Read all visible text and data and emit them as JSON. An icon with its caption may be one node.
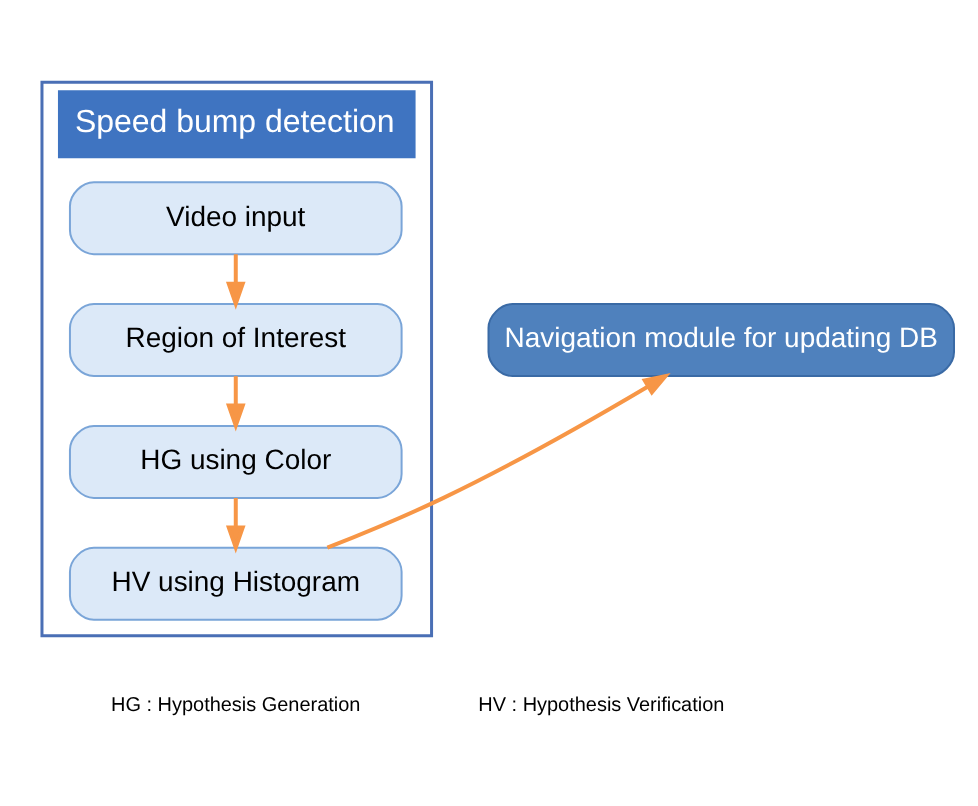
{
  "diagram": {
    "nodes": [
      {
        "text": [
          "Speed bump detection"
        ]
      },
      {
        "text": [
          "Video input"
        ],
        "in": 0
      },
      {
        "text": [
          "Region of Interest"
        ],
        "in": 0
      },
      {
        "text": [
          "HG using Color"
        ],
        "in": 0
      },
      {
        "text": [
          "HV using Histogram"
        ],
        "in": 0
      },
      {
        "text": [
          "Navigation module for updating DB"
        ]
      }
    ],
    "edges": [
      {
        "from": 1,
        "to": 2,
        "arrow": "to"
      },
      {
        "from": 2,
        "to": 3,
        "arrow": "to"
      },
      {
        "from": 3,
        "to": 4,
        "arrow": "to"
      },
      {
        "from": 4,
        "to": 5,
        "arrow": "to"
      }
    ],
    "labels": [
      "HG : Hypothesis Generation",
      "HV : Hypothesis Verification"
    ]
  }
}
